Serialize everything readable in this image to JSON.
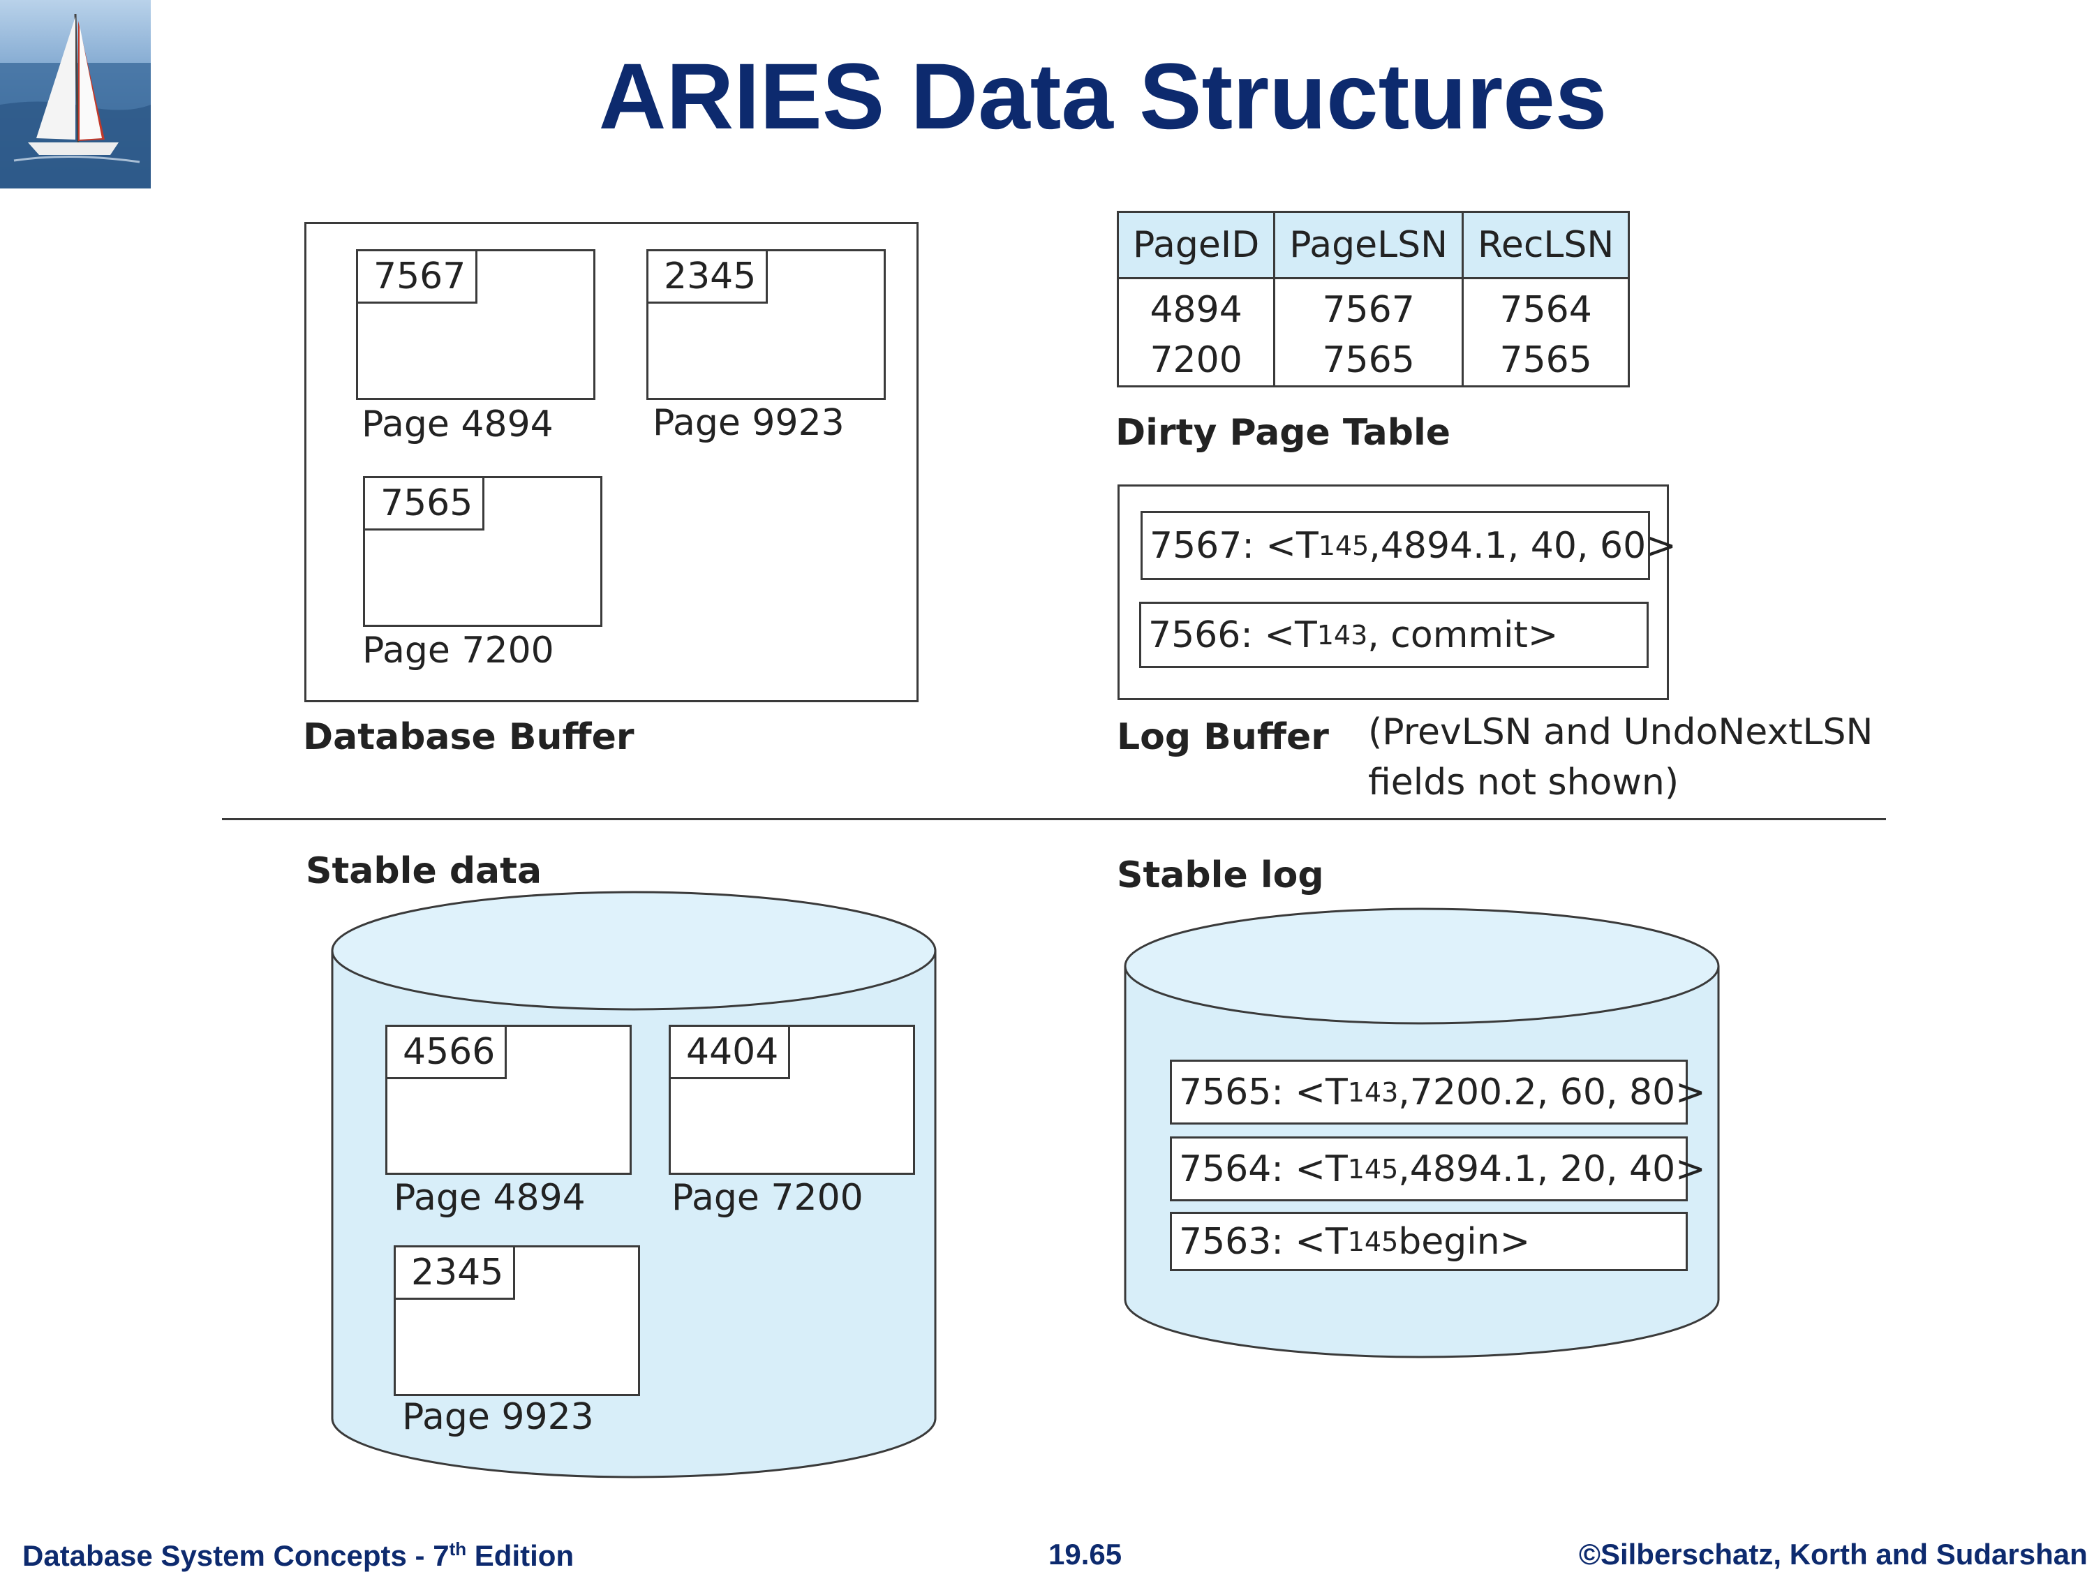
{
  "title": "ARIES Data Structures",
  "database_buffer": {
    "label": "Database Buffer",
    "pages": [
      {
        "lsn": "7567",
        "label": "Page 4894"
      },
      {
        "lsn": "2345",
        "label": "Page 9923"
      },
      {
        "lsn": "7565",
        "label": "Page 7200"
      }
    ]
  },
  "dirty_page_table": {
    "label": "Dirty Page Table",
    "headers": [
      "PageID",
      "PageLSN",
      "RecLSN"
    ],
    "rows": [
      [
        "4894",
        "7567",
        "7564"
      ],
      [
        "7200",
        "7565",
        "7565"
      ]
    ]
  },
  "log_buffer": {
    "label": "Log Buffer",
    "note_line1": "(PrevLSN and UndoNextLSN",
    "note_line2": "fields not shown)",
    "records": [
      {
        "prefix": "7567: <T",
        "sub": "145",
        "suffix": ",4894.1, 40, 60>"
      },
      {
        "prefix": "7566: <T",
        "sub": "143",
        "suffix": ", commit>"
      }
    ]
  },
  "stable_data": {
    "label": "Stable data",
    "pages": [
      {
        "lsn": "4566",
        "label": "Page 4894"
      },
      {
        "lsn": "4404",
        "label": "Page 7200"
      },
      {
        "lsn": "2345",
        "label": "Page 9923"
      }
    ]
  },
  "stable_log": {
    "label": "Stable log",
    "records": [
      {
        "prefix": "7565: <T",
        "sub": "143",
        "suffix": ",7200.2, 60, 80>"
      },
      {
        "prefix": "7564: <T",
        "sub": "145",
        "suffix": ",4894.1, 20, 40>"
      },
      {
        "prefix": "7563: <T",
        "sub": "145",
        "suffix": "begin>"
      }
    ]
  },
  "footer": {
    "left_main": "Database System Concepts - 7",
    "left_sup": "th",
    "left_end": " Edition",
    "center": "19.65",
    "right": "©Silberschatz, Korth and Sudarshan"
  },
  "colors": {
    "title": "#0d2a6e",
    "cylinder_fill": "#d8eef9",
    "table_header": "#d3ecf8"
  }
}
